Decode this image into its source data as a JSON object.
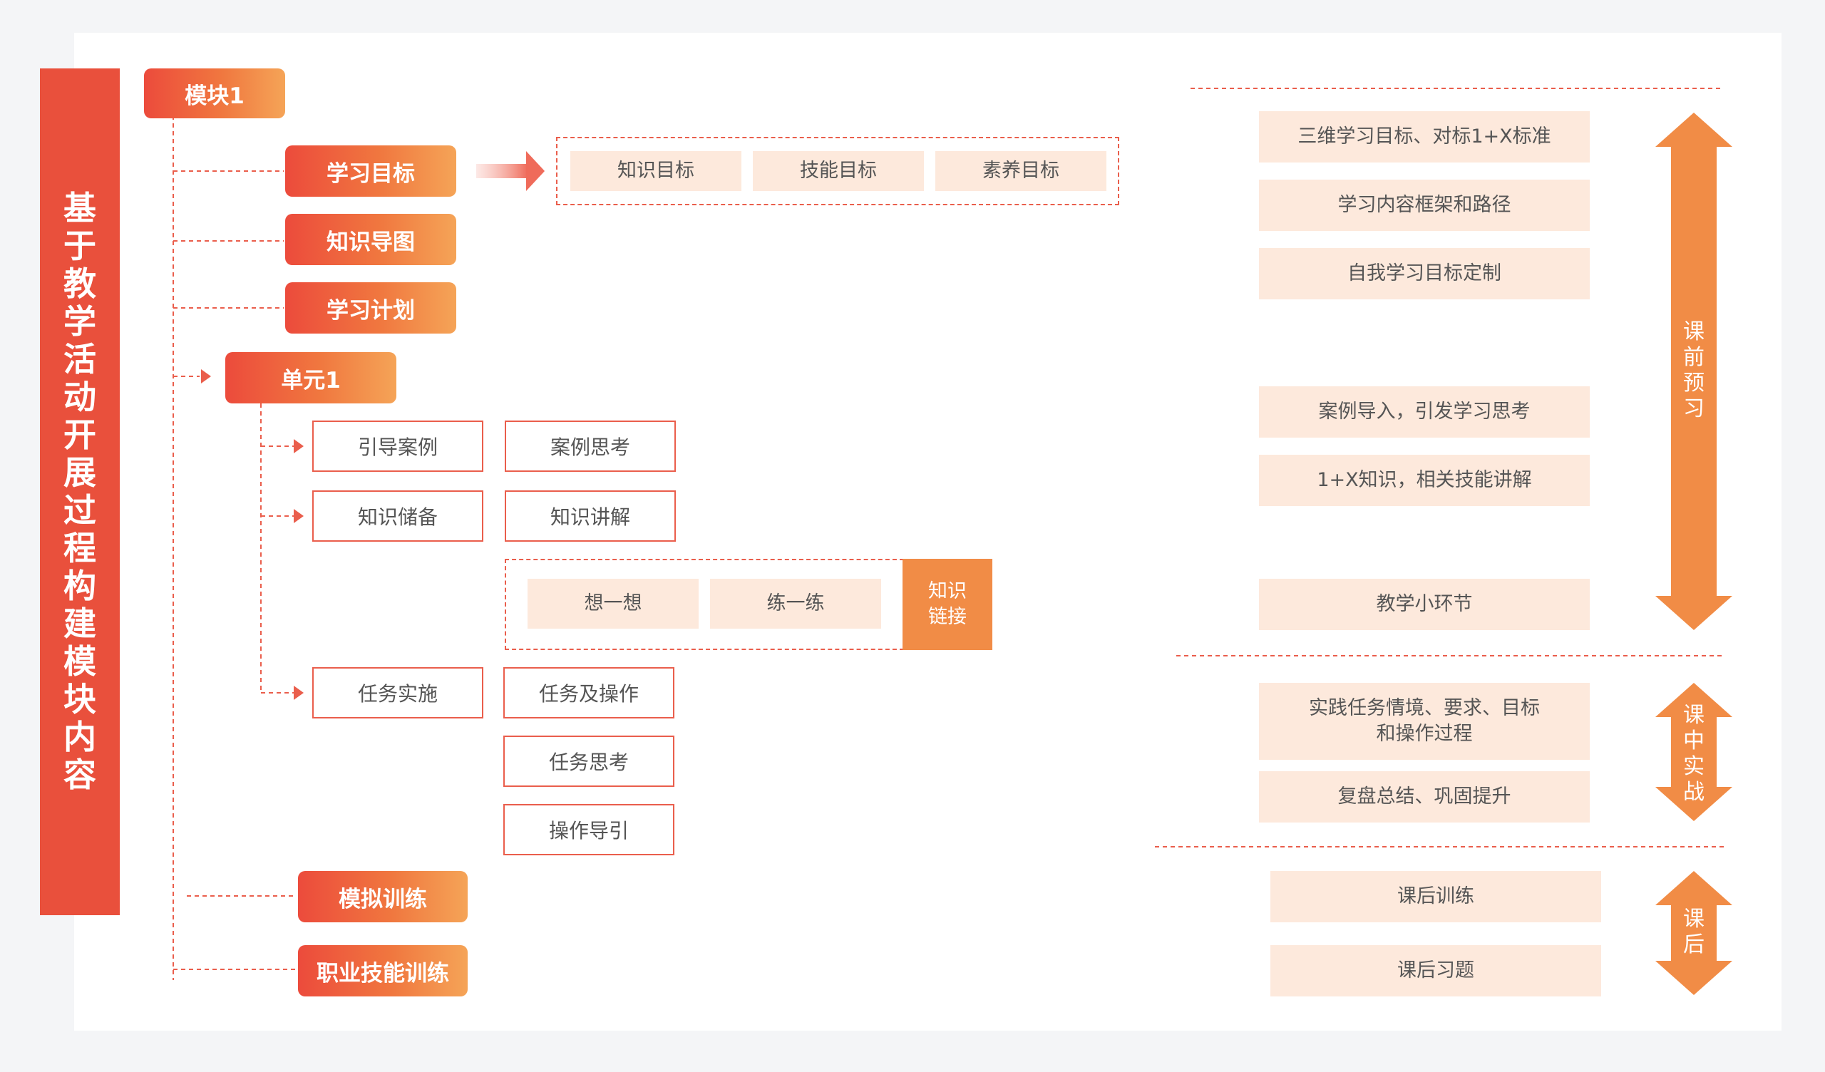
{
  "title": "基于教学活动开展过程构建模块内容",
  "module": "模块1",
  "stage1": [
    "学习目标",
    "知识导图",
    "学习计划"
  ],
  "goals": [
    "知识目标",
    "技能目标",
    "素养目标"
  ],
  "unit": "单元1",
  "left_col": [
    "引导案例",
    "知识储备",
    "任务实施"
  ],
  "right_col": [
    "案例思考",
    "知识讲解",
    "任务及操作",
    "任务思考",
    "操作导引"
  ],
  "practice": [
    "想一想",
    "练一练"
  ],
  "knowledge_link": "知识\n链接",
  "bottom_pills": [
    "模拟训练",
    "职业技能训练"
  ],
  "right_boxes": {
    "pre": [
      "三维学习目标、对标1+X标准",
      "学习内容框架和路径",
      "自我学习目标定制",
      "案例导入，引发学习思考",
      "1+X知识，相关技能讲解",
      "教学小环节"
    ],
    "mid": [
      "实践任务情境、要求、目标\n和操作过程",
      "复盘总结、巩固提升"
    ],
    "post": [
      "课后训练",
      "课后习题"
    ]
  },
  "stages": [
    "课前预习",
    "课中实战",
    "课后"
  ],
  "colors": {
    "accent": "#e9503c",
    "orange": "#f18c46",
    "peach": "#fde9dc"
  }
}
